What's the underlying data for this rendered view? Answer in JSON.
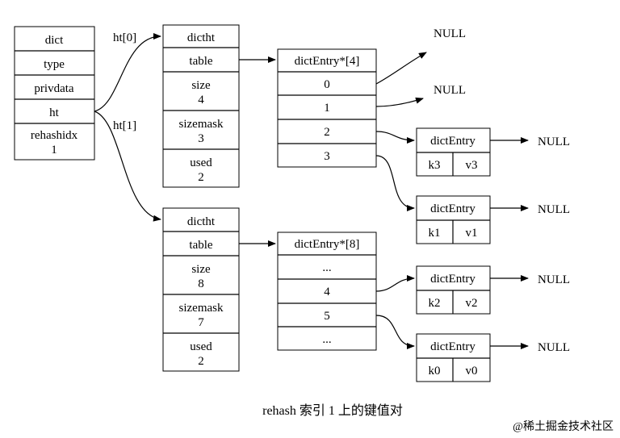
{
  "dict": {
    "title": "dict",
    "fields": [
      "type",
      "privdata",
      "ht"
    ],
    "rehashidx_label": "rehashidx",
    "rehashidx_value": "1"
  },
  "edge_labels": {
    "ht0": "ht[0]",
    "ht1": "ht[1]"
  },
  "ht0": {
    "title": "dictht",
    "table": "table",
    "size_label": "size",
    "size_value": "4",
    "sizemask_label": "sizemask",
    "sizemask_value": "3",
    "used_label": "used",
    "used_value": "2"
  },
  "ht1": {
    "title": "dictht",
    "table": "table",
    "size_label": "size",
    "size_value": "8",
    "sizemask_label": "sizemask",
    "sizemask_value": "7",
    "used_label": "used",
    "used_value": "2"
  },
  "table0": {
    "title": "dictEntry*[4]",
    "slots": [
      "0",
      "1",
      "2",
      "3"
    ]
  },
  "table1": {
    "title": "dictEntry*[8]",
    "slots": [
      "...",
      "4",
      "5",
      "..."
    ]
  },
  "null_label": "NULL",
  "entries": [
    {
      "title": "dictEntry",
      "key": "k3",
      "value": "v3"
    },
    {
      "title": "dictEntry",
      "key": "k1",
      "value": "v1"
    },
    {
      "title": "dictEntry",
      "key": "k2",
      "value": "v2"
    },
    {
      "title": "dictEntry",
      "key": "k0",
      "value": "v0"
    }
  ],
  "caption": "rehash 索引 1 上的键值对",
  "watermark": "@稀土掘金技术社区"
}
